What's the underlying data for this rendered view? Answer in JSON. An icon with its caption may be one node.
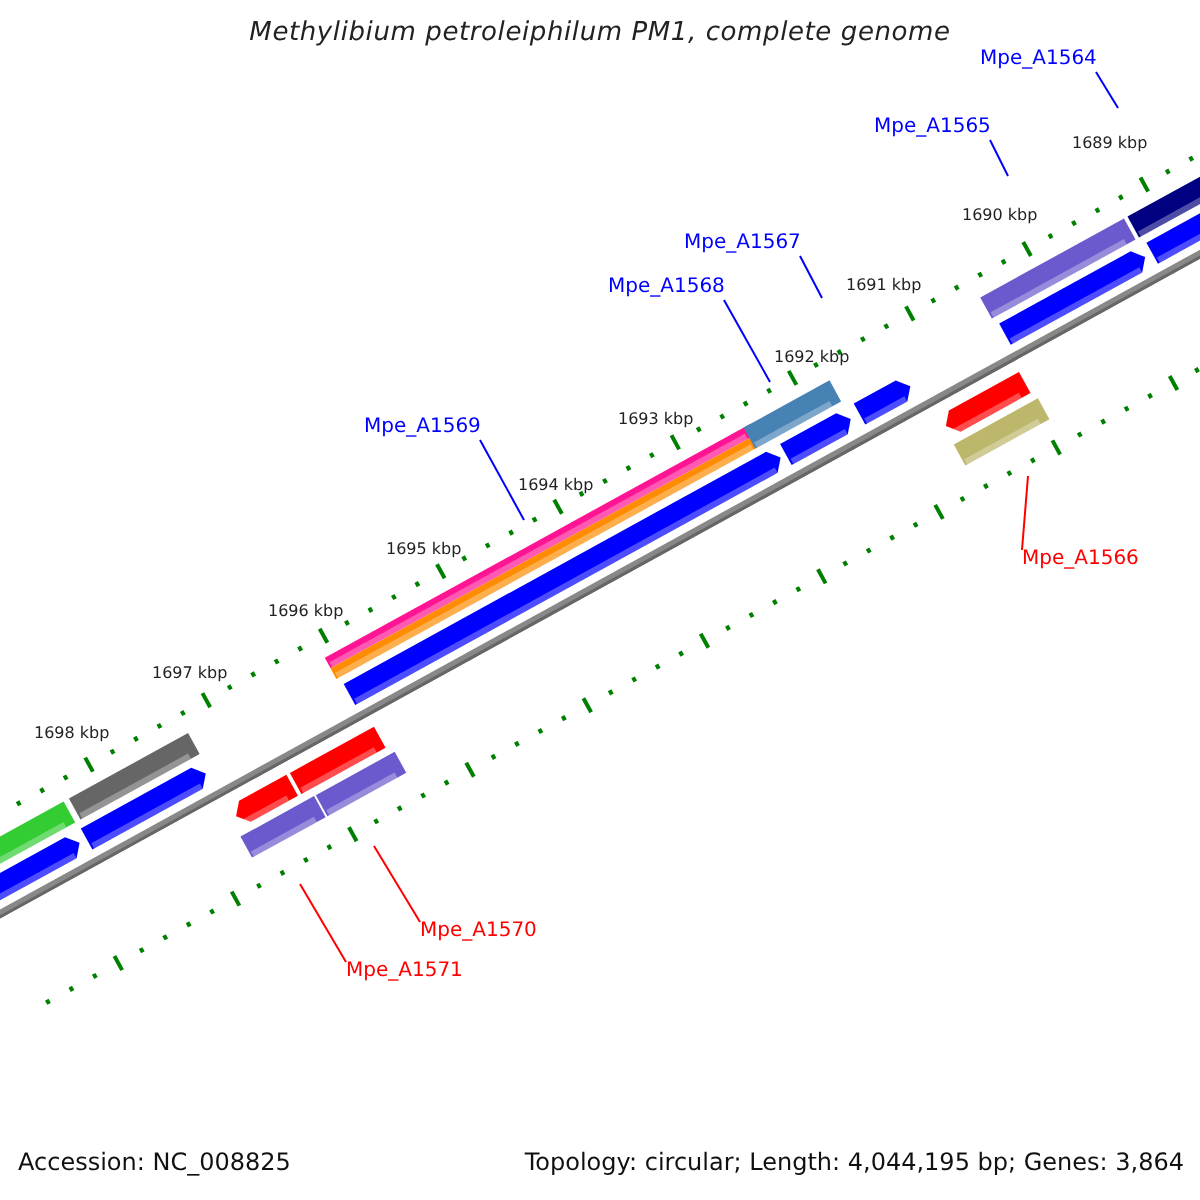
{
  "diagram": {
    "title": "Methylibium petroleiphilum PM1, complete genome",
    "nodes": [
      {
        "text": [
          "Mpe_A1564"
        ]
      },
      {
        "text": [
          "Mpe_A1565"
        ]
      },
      {
        "text": [
          "Mpe_A1567"
        ]
      },
      {
        "text": [
          "Mpe_A1568"
        ]
      },
      {
        "text": [
          "Mpe_A1569"
        ]
      },
      {
        "text": [
          "Mpe_A1566"
        ]
      },
      {
        "text": [
          "Mpe_A1570"
        ]
      },
      {
        "text": [
          "Mpe_A1571"
        ]
      }
    ],
    "edges": [
      {
        "from": 0,
        "to": null,
        "arrow": "none"
      },
      {
        "from": 1,
        "to": null,
        "arrow": "none"
      },
      {
        "from": 2,
        "to": null,
        "arrow": "none"
      },
      {
        "from": 3,
        "to": null,
        "arrow": "none"
      },
      {
        "from": 4,
        "to": null,
        "arrow": "none"
      },
      {
        "from": 5,
        "to": null,
        "arrow": "none",
        "color": "#ff0000"
      },
      {
        "from": 6,
        "to": null,
        "arrow": "none",
        "color": "#ff0000"
      },
      {
        "from": 7,
        "to": null,
        "arrow": "none",
        "color": "#ff0000"
      }
    ],
    "labels": [
      "1689 kbp",
      "1690 kbp",
      "1691 kbp",
      "1692 kbp",
      "1693 kbp",
      "1694 kbp",
      "1695 kbp",
      "1696 kbp",
      "1697 kbp",
      "1698 kbp",
      "Accession: NC_008825",
      "Topology: circular; Length: 4,044,195 bp; Genes: 3,864"
    ]
  }
}
